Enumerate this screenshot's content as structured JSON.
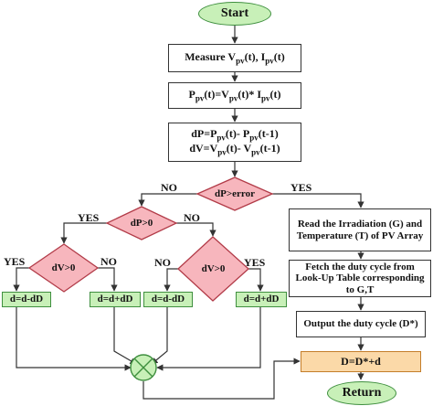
{
  "start": "Start",
  "return": "Return",
  "steps": {
    "measure_prefix": "Measure V",
    "measure_sub1": "pv",
    "measure_mid": "(t), I",
    "measure_sub2": "pv",
    "measure_suffix": "(t)",
    "power_a": "P",
    "power_sub_a": "pv",
    "power_b": "(t)=V",
    "power_sub_b": "pv",
    "power_c": "(t)* I",
    "power_sub_c": "pv",
    "power_d": "(t)",
    "dp_a": "dP=P",
    "dp_sub_a": "pv",
    "dp_b": "(t)- P",
    "dp_sub_b": "pv",
    "dp_c": "(t-1)",
    "dv_a": "dV=V",
    "dv_sub_a": "pv",
    "dv_b": "(t)- V",
    "dv_sub_b": "pv",
    "dv_c": "(t-1)",
    "read_irradiation": "Read the Irradiation (G) and Temperature (T) of PV Array",
    "fetch_duty": "Fetch the duty cycle from Look-Up Table corresponding to G,T",
    "output_duty": "Output the duty cycle (D*)",
    "d_update": "D=D*+d"
  },
  "decisions": {
    "error": "dP>error",
    "dp": "dP>0",
    "dv_left": "dV>0",
    "dv_right": "dV>0"
  },
  "results": {
    "r1": "d=d-dD",
    "r2": "d=d+dD",
    "r3": "d=d-dD",
    "r4": "d=d+dD"
  },
  "labels": {
    "no_error": "NO",
    "yes_error": "YES",
    "yes_dp": "YES",
    "no_dp": "NO",
    "yes_dvl": "YES",
    "no_dvl": "NO",
    "no_dvr": "NO",
    "yes_dvr": "YES"
  },
  "colors": {
    "terminal_fill": "#c8f0b8",
    "result_fill": "#c8f0b8",
    "decision_fill": "#f7b6bd",
    "update_fill": "#fbd9a8",
    "line": "#333333"
  }
}
